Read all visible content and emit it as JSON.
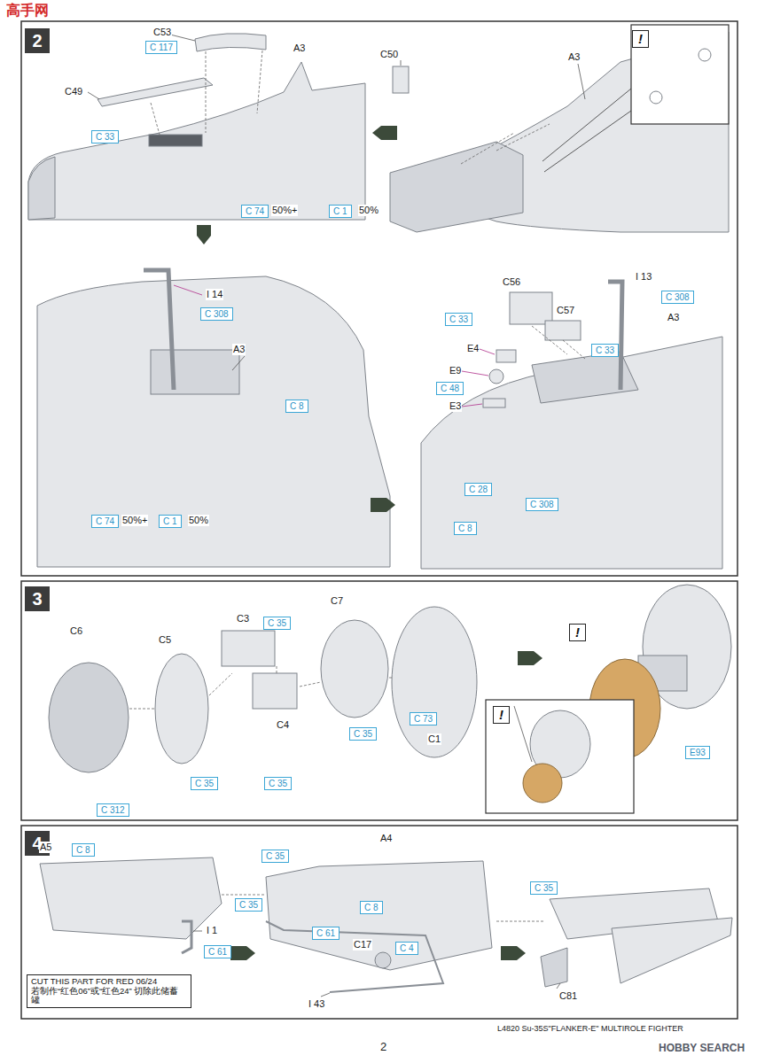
{
  "diagram": {
    "nodes": [
      {
        "text": [
          "2"
        ]
      },
      {
        "text": [
          "C 117"
        ]
      },
      {
        "text": [
          "C 33"
        ]
      },
      {
        "text": [
          "C 74"
        ]
      },
      {
        "text": [
          "C 1"
        ]
      },
      {
        "text": [
          "!"
        ]
      },
      {
        "text": [
          "C 308"
        ]
      },
      {
        "text": [
          "C 8"
        ]
      },
      {
        "text": [
          "C 74"
        ]
      },
      {
        "text": [
          "C 1"
        ]
      },
      {
        "text": [
          "C 308"
        ]
      },
      {
        "text": [
          "C 33"
        ]
      },
      {
        "text": [
          "C 33"
        ]
      },
      {
        "text": [
          "C 48"
        ]
      },
      {
        "text": [
          "C 28"
        ]
      },
      {
        "text": [
          "C 308"
        ]
      },
      {
        "text": [
          "C 8"
        ]
      },
      {
        "text": [
          "3"
        ]
      },
      {
        "text": [
          "C 35"
        ]
      },
      {
        "text": [
          "!"
        ]
      },
      {
        "text": [
          "C 73"
        ]
      },
      {
        "text": [
          "!"
        ]
      },
      {
        "text": [
          "C 35"
        ]
      },
      {
        "text": [
          "E93"
        ]
      },
      {
        "text": [
          "C 35"
        ]
      },
      {
        "text": [
          "C 35"
        ]
      },
      {
        "text": [
          "C 312"
        ]
      },
      {
        "text": [
          "4"
        ]
      },
      {
        "text": [
          "C 8"
        ]
      },
      {
        "text": [
          "C 35"
        ]
      },
      {
        "text": [
          "C 35"
        ]
      },
      {
        "text": [
          "C 35"
        ]
      },
      {
        "text": [
          "C 8"
        ]
      },
      {
        "text": [
          "C 61"
        ]
      },
      {
        "text": [
          "C 4"
        ]
      },
      {
        "text": [
          "C 61"
        ]
      },
      {
        "text": [
          "CUT THIS PART FOR RED 06/24",
          "若制作“红色06”或“红色24” 切除此储蓄罐"
        ]
      }
    ],
    "labels": [
      "高手网",
      "C53",
      "A3",
      "C49",
      "50%+",
      "50%",
      "C50",
      "A3",
      "I 14",
      "A3",
      "50%+",
      "50%",
      "C56",
      "I 13",
      "C57",
      "A3",
      "E4",
      "E9",
      "E3",
      "C7",
      "C3",
      "C6",
      "C5",
      "C4",
      "C1",
      "A5",
      "A4",
      "I 1",
      "C17",
      "I 43",
      "C81",
      "2",
      "L4820 Su-35S\"FLANKER-E\" MULTIROLE FIGHTER",
      "HOBBY SEARCH"
    ]
  }
}
